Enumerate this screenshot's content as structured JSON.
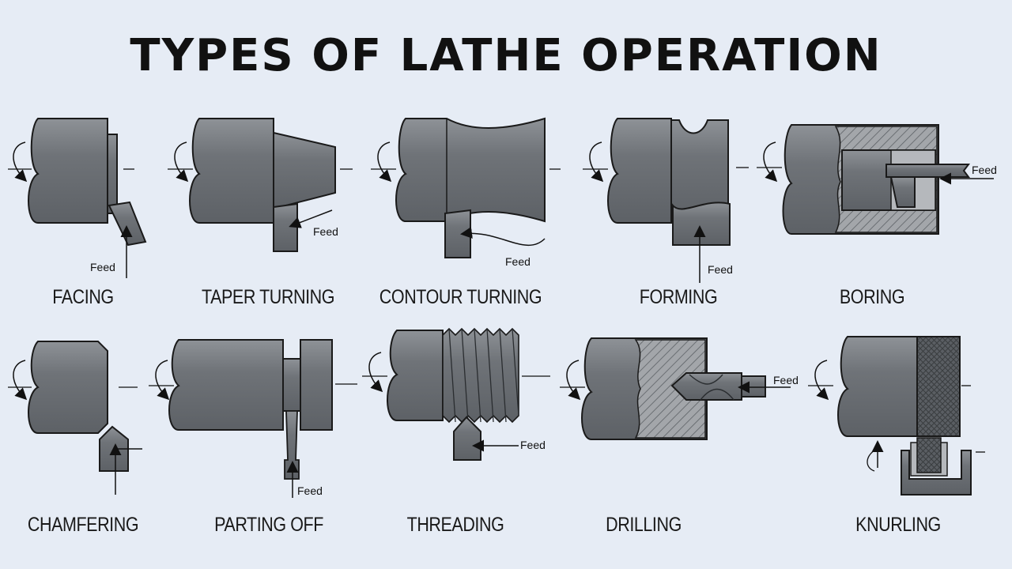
{
  "title": "TYPES OF LATHE OPERATION",
  "feed_label": "Feed",
  "colors": {
    "background": "#e6ecf5",
    "metal": "#6f7378",
    "metal_light": "#8a8e93",
    "hatch": "#9a9da1",
    "outline": "#1a1a1a"
  },
  "operations": [
    {
      "label": "FACING"
    },
    {
      "label": "TAPER TURNING"
    },
    {
      "label": "CONTOUR TURNING"
    },
    {
      "label": "FORMING"
    },
    {
      "label": "BORING"
    },
    {
      "label": "CHAMFERING"
    },
    {
      "label": "PARTING OFF"
    },
    {
      "label": "THREADING"
    },
    {
      "label": "DRILLING"
    },
    {
      "label": "KNURLING"
    }
  ]
}
